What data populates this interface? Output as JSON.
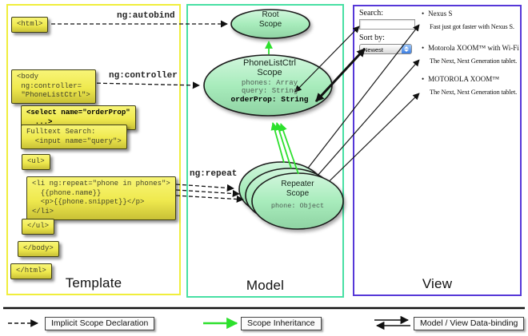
{
  "panels": {
    "template": "Template",
    "model": "Model",
    "view": "View"
  },
  "template": {
    "boxes": [
      {
        "text": "<html>"
      },
      {
        "text": "<body\n ng:controller=\n \"PhoneListCtrl\">"
      },
      {
        "text": "<select name=\"orderProp\"\n  ...>"
      },
      {
        "text": "Fulltext Search:\n  <input name=\"query\">"
      },
      {
        "text": "<ul>"
      },
      {
        "text": "<li ng:repeat=\"phone in phones\">\n  {{phone.name}}\n  <p>{{phone.snippet}}</p>\n</li>"
      },
      {
        "text": "</ul>"
      },
      {
        "text": "</body>"
      },
      {
        "text": "</html>"
      }
    ]
  },
  "connectors": {
    "autobind_label": "ng:autobind",
    "controller_label": "ng:controller",
    "repeat_label": "ng:repeat"
  },
  "model": {
    "root_scope_title": "Root\nScope",
    "phone_list_ctrl_title": "PhoneListCtrl\nScope",
    "phone_list_ctrl_prop1": "phones: Array",
    "phone_list_ctrl_prop2": "query: String",
    "phone_list_ctrl_prop3": "orderProp: String",
    "repeater_title": "Repeater\nScope",
    "repeater_prop": "phone: Object"
  },
  "view": {
    "search_label": "Search:",
    "search_value": "",
    "sort_label": "Sort by:",
    "sort_value": "Newest",
    "items": [
      {
        "title": "Nexus S",
        "desc": "Fast just got faster with Nexus S."
      },
      {
        "title": "Motorola XOOM™ with Wi-Fi",
        "desc": "The Next, Next Generation tablet."
      },
      {
        "title": "MOTOROLA XOOM™",
        "desc": "The Next, Next Generation tablet."
      }
    ],
    "bullet": "•"
  },
  "legend": {
    "implicit": "Implicit Scope Declaration",
    "inheritance": "Scope Inheritance",
    "databinding": "Model / View Data-binding"
  },
  "colors": {
    "template_border": "#f0ee3c",
    "model_border": "#48e0a4",
    "view_border": "#5638d8",
    "scope_fill_top": "#d2f6dd",
    "scope_fill_bottom": "#8fd3a3",
    "inheritance_green": "#2ce02c",
    "code_box_yellow": "#efe94e"
  }
}
